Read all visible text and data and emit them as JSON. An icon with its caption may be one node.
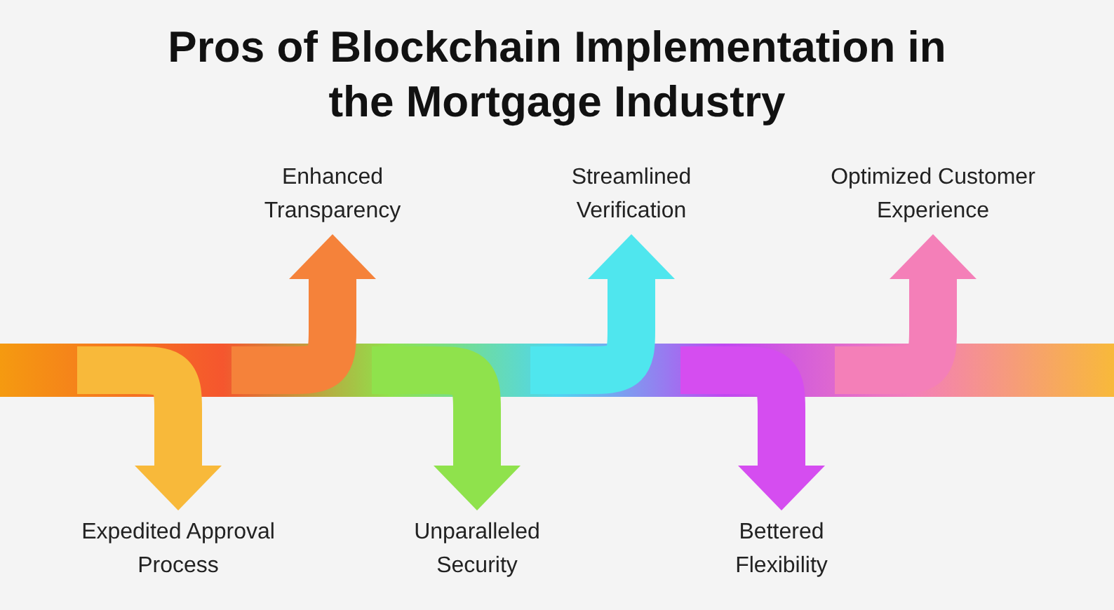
{
  "diagram": {
    "title": "Pros of Blockchain Implementation in the Mortgage Industry",
    "nodes": [
      {
        "text": [
          "Expedited Approval Process"
        ]
      },
      {
        "text": [
          "Enhanced Transparency"
        ]
      },
      {
        "text": [
          "Unparalleled Security"
        ]
      },
      {
        "text": [
          "Streamlined Verification"
        ]
      },
      {
        "text": [
          "Bettered Flexibility"
        ]
      },
      {
        "text": [
          "Optimized Customer Experience"
        ]
      },
      {
        "text": [],
        "shape": "bar"
      }
    ],
    "edges": [
      {
        "from": 6,
        "to": 0,
        "arrow": "to",
        "color": "#f8b93a"
      },
      {
        "from": 6,
        "to": 1,
        "arrow": "to",
        "color": "#f5823a"
      },
      {
        "from": 6,
        "to": 2,
        "arrow": "to",
        "color": "#8fe24c"
      },
      {
        "from": 6,
        "to": 3,
        "arrow": "to",
        "color": "#4fe6ee"
      },
      {
        "from": 6,
        "to": 4,
        "arrow": "to",
        "color": "#d54df0"
      },
      {
        "from": 6,
        "to": 5,
        "arrow": "to",
        "color": "#f47fb8"
      }
    ]
  }
}
